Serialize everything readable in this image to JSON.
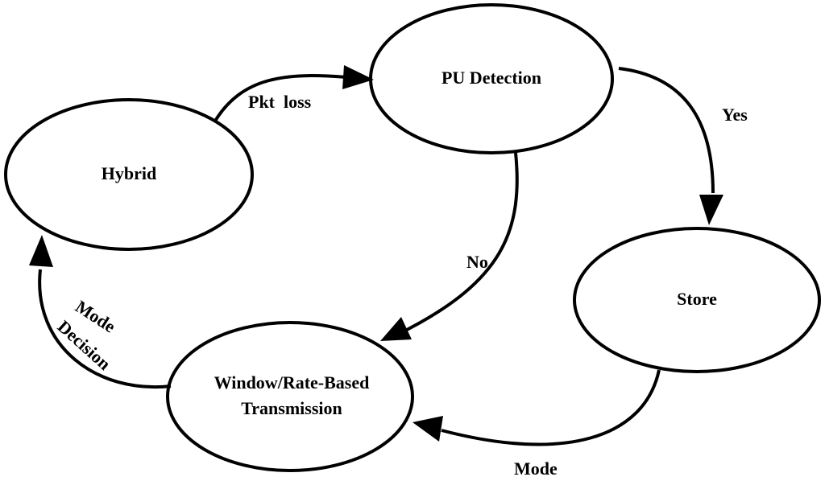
{
  "nodes": {
    "pu_detection": "PU Detection",
    "hybrid": "Hybrid",
    "store": "Store",
    "transmission_line1": "Window/Rate-Based",
    "transmission_line2": "Transmission"
  },
  "edges": {
    "pkt_loss": "Pkt  loss",
    "yes": "Yes",
    "no": "No",
    "mode": "Mode",
    "mode_decision_line1": "Mode",
    "mode_decision_line2": "Decision"
  }
}
